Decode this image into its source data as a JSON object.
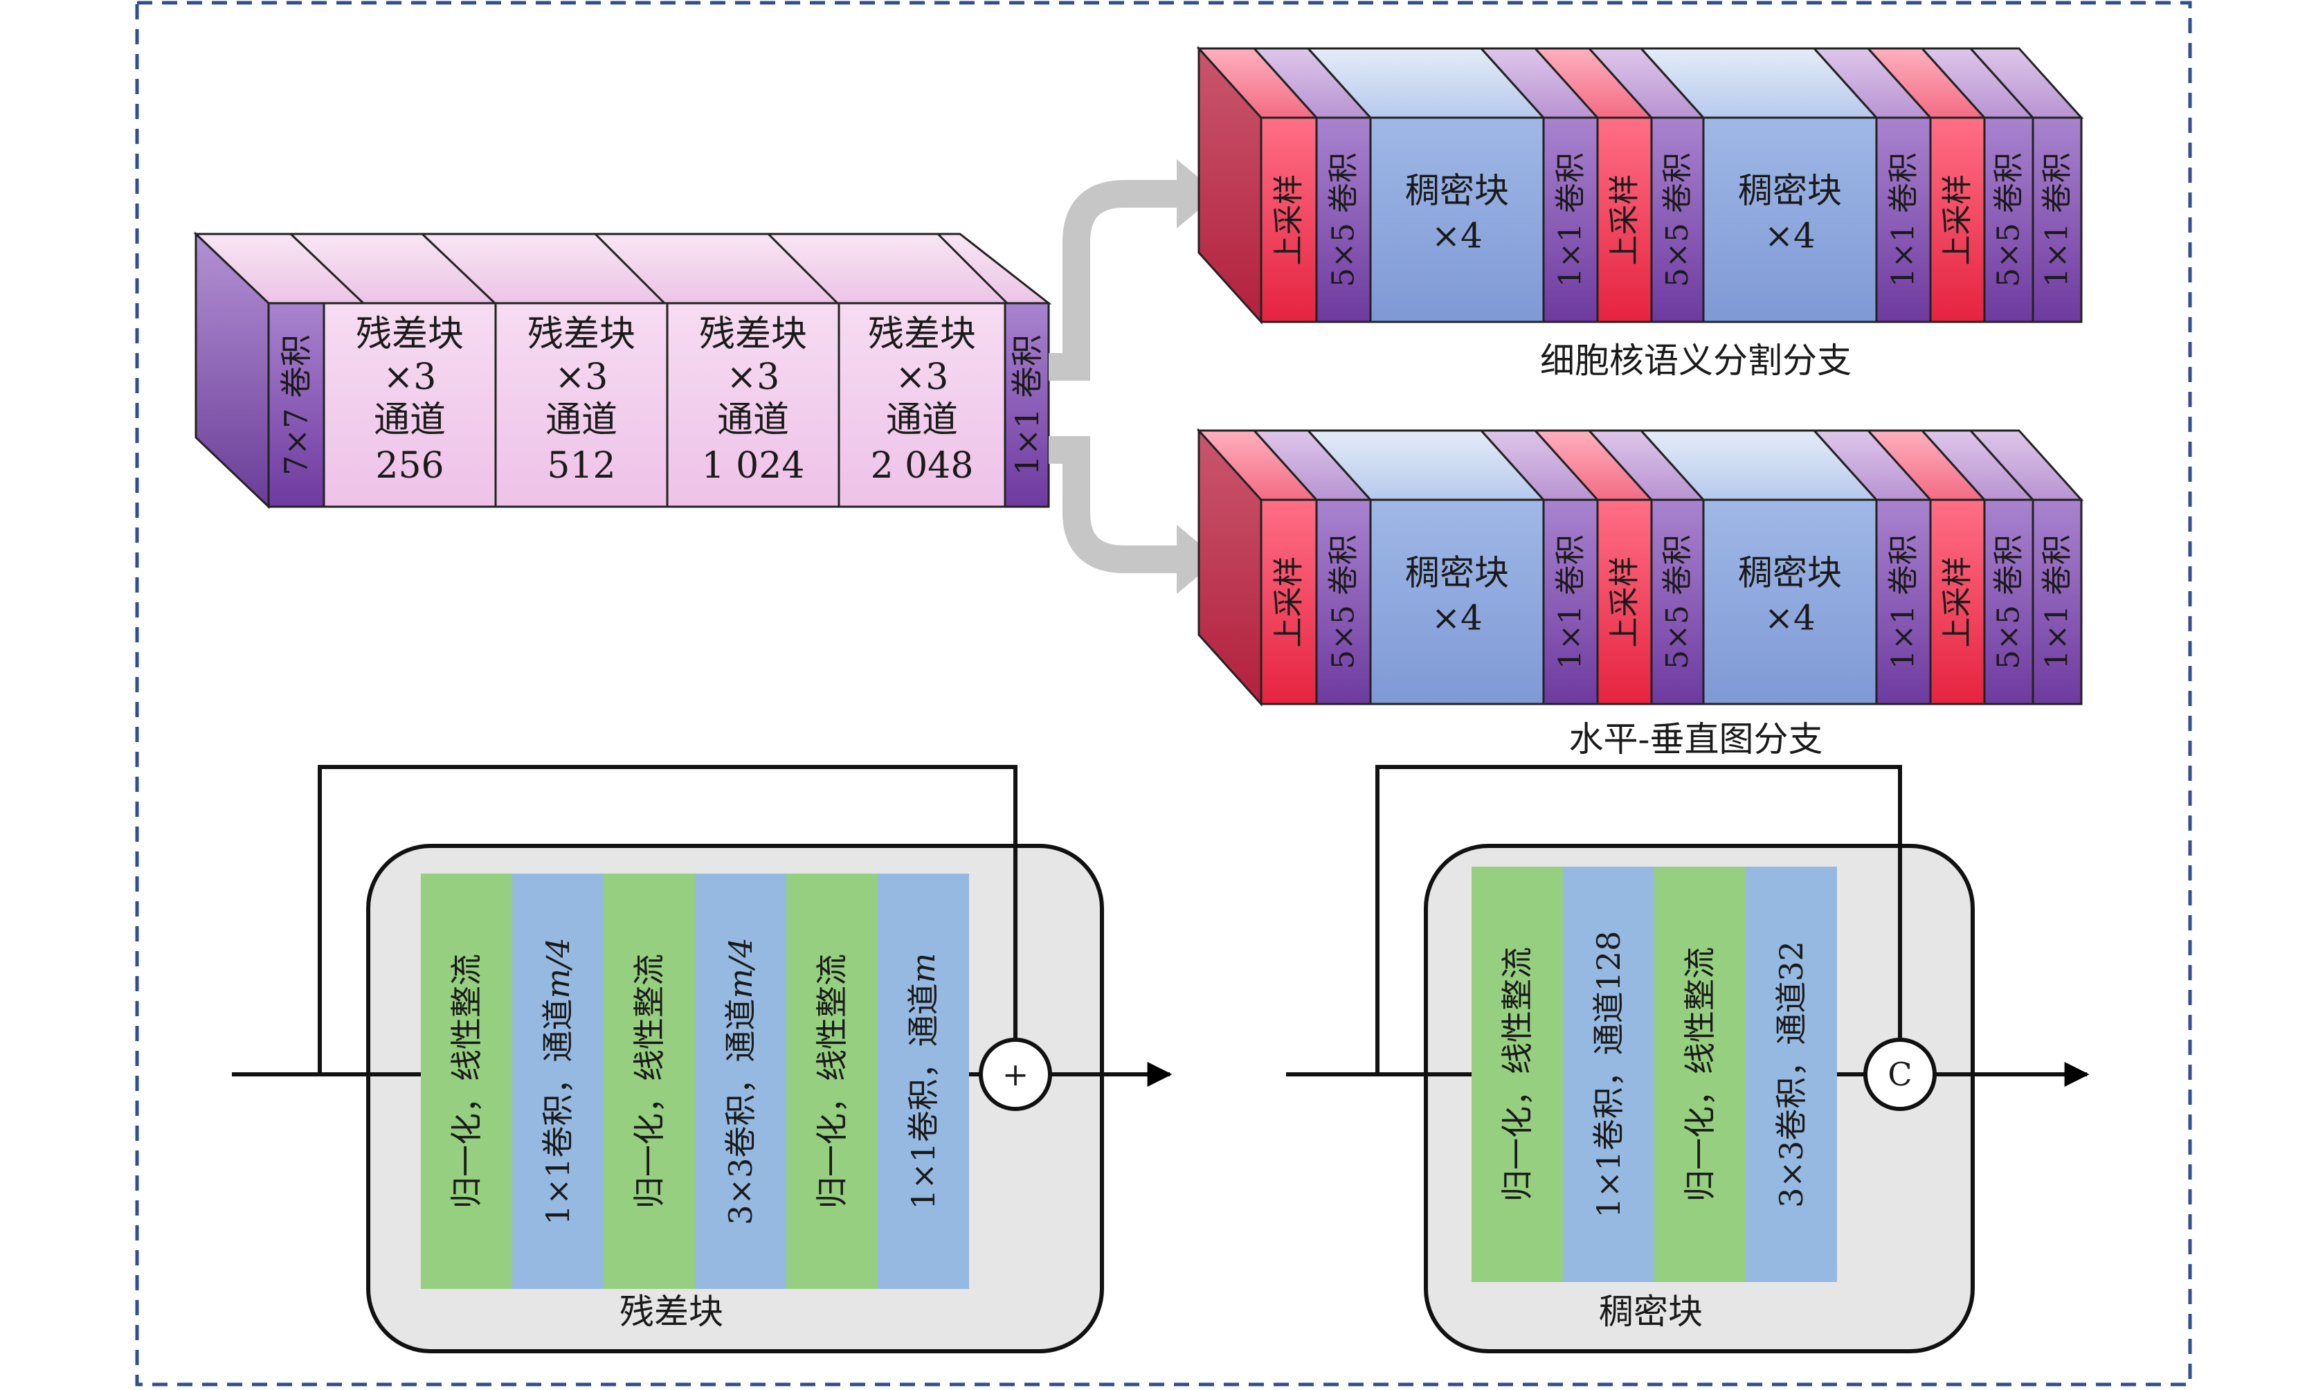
{
  "backbone": {
    "first_conv": "7×7 卷积",
    "stages": [
      {
        "title": "残差块",
        "repeat": "×3",
        "ch_label": "通道",
        "channels": "256"
      },
      {
        "title": "残差块",
        "repeat": "×3",
        "ch_label": "通道",
        "channels": "512"
      },
      {
        "title": "残差块",
        "repeat": "×3",
        "ch_label": "通道",
        "channels": "1 024"
      },
      {
        "title": "残差块",
        "repeat": "×3",
        "ch_label": "通道",
        "channels": "2 048"
      }
    ],
    "last_conv": "1×1 卷积"
  },
  "branch_np": {
    "caption": "细胞核语义分割分支",
    "blocks": [
      "上采样",
      "5×5 卷积",
      "稠密块",
      "×4",
      "1×1 卷积",
      "上采样",
      "5×5 卷积",
      "稠密块",
      "×4",
      "1×1 卷积",
      "上采样",
      "5×5 卷积",
      "1×1 卷积"
    ]
  },
  "branch_hv": {
    "caption": "水平-垂直图分支",
    "blocks": [
      "上采样",
      "5×5 卷积",
      "稠密块",
      "×4",
      "1×1 卷积",
      "上采样",
      "5×5 卷积",
      "稠密块",
      "×4",
      "1×1 卷积",
      "上采样",
      "5×5 卷积",
      "1×1 卷积"
    ]
  },
  "residual_block": {
    "caption": "残差块",
    "layers": [
      "归一化，线性整流",
      "1×1卷积，通道",
      "归一化，线性整流",
      "3×3卷积，通道",
      "归一化，线性整流",
      "1×1卷积，通道"
    ],
    "layer_suffix": [
      "",
      "m/4",
      "",
      "m/4",
      "",
      "m"
    ],
    "op": "+"
  },
  "dense_block": {
    "caption": "稠密块",
    "layers": [
      "归一化，线性整流",
      "1×1卷积，通道128",
      "归一化，线性整流",
      "3×3卷积，通道32"
    ],
    "op": "C"
  },
  "colors": {
    "purple": "#8a55b8",
    "purple_top": "#c9a5dc",
    "pink_light": "#f3d4ee",
    "red": "#e8374f",
    "blue": "#8fa9de",
    "green": "#95cf7f",
    "lightblue": "#95b9e0",
    "grey_box": "#e6e6e6",
    "dashed": "#2f4f8f",
    "arrow_grey": "#c6c6c6"
  }
}
